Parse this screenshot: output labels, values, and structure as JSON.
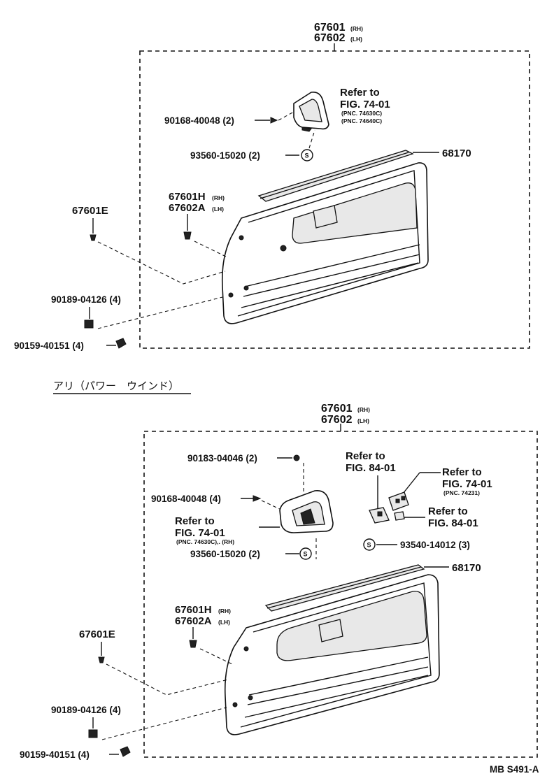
{
  "top": {
    "main_part": "67601",
    "main_part_rh": "(RH)",
    "main_part_lh_no": "67602",
    "main_part_lh": "(LH)",
    "refer_to": "Refer to",
    "fig": "FIG. 74-01",
    "pnc1": "(PNC. 74630C)",
    "pnc2": "(PNC. 74640C)",
    "screw_a": "90168-40048 (2)",
    "s_part": "93560-15020 (2)",
    "weatherstrip": "68170",
    "clip_h": "67601H",
    "clip_h_rh": "(RH)",
    "clip_a": "67602A",
    "clip_a_lh": "(LH)",
    "clip_e": "67601E",
    "clip_b": "90189-04126 (4)",
    "clip_c": "90159-40151 (4)"
  },
  "section_heading": "アリ（パワー　ウインド）",
  "bottom": {
    "main_part": "67601",
    "main_part_rh": "(RH)",
    "main_part_lh_no": "67602",
    "main_part_lh": "(LH)",
    "screw_d": "90183-04046 (2)",
    "screw_a": "90168-40048 (4)",
    "refer_to": "Refer to",
    "fig84a": "FIG. 84-01",
    "fig74a": "FIG. 74-01",
    "pnc74231": "(PNC. 74231)",
    "refer_to_handle": "Refer to",
    "fig74_handle": "FIG. 74-01",
    "pnc_handle": "(PNC. 74630C),. (RH)",
    "refer_to_c": "Refer to",
    "fig84b": "FIG. 84-01",
    "s_part": "93560-15020 (2)",
    "s_part2": "93540-14012 (3)",
    "weatherstrip": "68170",
    "clip_h": "67601H",
    "clip_h_rh": "(RH)",
    "clip_a": "67602A",
    "clip_a_lh": "(LH)",
    "clip_e": "67601E",
    "clip_b": "90189-04126 (4)",
    "clip_c": "90159-40151 (4)"
  },
  "footer_code": "MB S491-A",
  "s_symbol": "S"
}
